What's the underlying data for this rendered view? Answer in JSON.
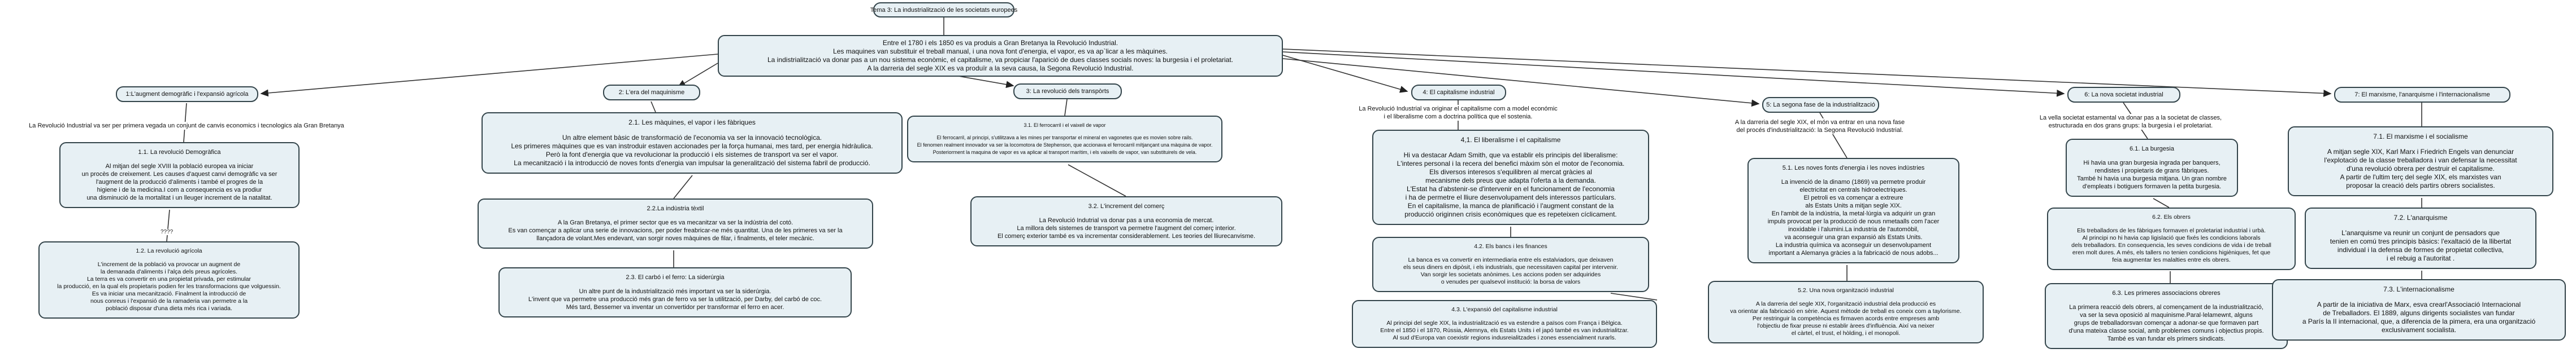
{
  "root_title": "Tema 3: La industrialització de les societats europees",
  "intro": {
    "lines": "Entre el 1780 i els 1850 es va produis a Gran Bretanya la Revolució Industrial.\nLes maquines van substituir el treball manual, i una nova font d'energia, el vapor, es va ap`licar a les màquines.\nLa indistrialització va donar pas a un nou sistema econòmic, el capitalisme, va propiciar l'aparició de dues classes socials noves: la burgesia i el proletariat.\nA la darreria del segle XIX es va produïr a la seva causa, la Segona Revolució Industrial."
  },
  "branch1": {
    "label": "1:L'augment demogràfic i l'expansió agrícola",
    "note": "La Revolució Industrial va ser per primera vegada un conjunt de canvis economics i tecnologics ala Gran Bretanya",
    "link_label": "????",
    "box11": {
      "title": "1.1. La revolució Demogràfica",
      "body": "Al mitjan del segle XVIII la població europea va iniciar\nun procès de creixement. Les causes d'aquest canvi demogràfic va ser\nl'augment de la producció d'aliments i també el progres de la\nhigiene i de la medicina.I com a consequencia es va prodiur\nuna disminució de la mortalitat i un lleuger increment de la natalitat."
    },
    "box12": {
      "title": "1.2. La revolució agrícola",
      "body": "L'increment de la població va provocar un augment de\nla demanada d'aliments i l'alça dels preus agrícoles.\nLa terra es va convertir en una propietat privada, per estimular\nla producció, en la qual els propietaris podien fer les transformacions que volguessin.\nEs va iniciar una mecanització. Finalment la introducció de\nnous conreus i l'expansió de la ramaderia van permetre a la\npoblació disposar d'una dieta més rica i variada."
    }
  },
  "branch2": {
    "label": "2: L'era del maquinisme",
    "box21": {
      "title": "2.1. Les màquines, el vapor i les fàbriques",
      "body": "Un altre element bàsic de transformació de l'economia va ser la innovació tecnològica.\nLes primeres màquines que es van instroduir estaven accionades per la força humanai, mes tard, per energia hidràulica.\nPerò la font d'energia que va revolucionar la producció i els sistemes de transport va ser el vapor.\nLa mecanització i la introducció de noves fonts d'energia van impulsar la generalització del sistema fabril de producció."
    },
    "box22": {
      "title": "2.2.La indùstria tèxtil",
      "body": "A la Gran Bretanya, el primer sector que es va mecanitzar va ser la indústria del cotó.\nEs van començar a aplicar una serie de innovacions, per poder freabricar-ne més quantitat. Una de les primeres va ser la\nllançadora de volant.Mes endevant, van sorgir noves màquines de filar, i finalments, el teler mecànic."
    },
    "box23": {
      "title": "2.3. El carbó i el ferro: La siderúrgia",
      "body": "Un altre punt de la industrialització més important va ser la siderúrgia.\nL'invent que va permetre una producció més gran de ferro va ser la utilització, per Darby, del carbó de coc.\nMés tard, Bessemer va inventar un convertidor per transformar el ferro en acer."
    }
  },
  "branch3": {
    "label": "3: La revolució dels transpòrts",
    "box31": {
      "title": "3.1. El ferrocarril i el vaixell de vapor",
      "body": "El ferrocarril, al principi, s'utilitzava a les mines per transportar el mineral en vagonetes que es movien sobre rails.\nEl fenomen realment innovador va ser la locomotora de Stephenson, que accionava el ferrocarril mítjançant una màquina de vapor.\nPosteriorment la maquina de vapor es va aplicar al transport marítim, i els vaixells de vapor, van substituirels de vela."
    },
    "box32": {
      "title": "3.2. L'increment del comerç",
      "body": "La Revolució Indutrial va donar pas a una economia de mercat.\nLa millora dels sistemes de transport va permetre l'augment del comerç interior.\nEl comerç exterior també es va incrementar considerablement. Les teories del lliurecanvisme."
    }
  },
  "branch4": {
    "label": "4: El capitalisme industrial",
    "note": "La Revolució Industrial va originar el capitalisme com a model económic\ni el liberalisme com a doctrina política que el sostenia.",
    "box41": {
      "title": "4,1. El liberalisme i el capitalisme",
      "body": "Hi va destacar Adam Smith, que va establir els principis del liberalisme:\nL'interes personal i la recera del benefici màxim sòn el motor de l'economia.\nEls diversos interesos s'equilibren al mercat gràcies al\nmecanisme dels preus que adapta l'oferta a la demanda.\nL'Estat ha d'abstenir-se d'intervenir en el funcionament de l'economia\ni ha de permetre el lliure desenvolupament dels interessos partículars.\nEn el capitalisme, la manca de planificació i l'augment constant de la\nproducció originnen crisis econòmiques que es repeteixen cíclicament."
    },
    "box42": {
      "title": "4.2. Els bancs i les finances",
      "body": "La banca es va convertir en intermediaria entre els estalviadors, que deixaven\nels seus diners en dipòsit, i els industrials, que necessitaven capital per intervenir.\nVan sorgir les societats anònimes. Les accions poden ser adquirides\no venudes per qualsevol institució: la borsa de valors"
    },
    "box43": {
      "title": "4.3. L'expansió del capitalisme industrial",
      "body": "Al principi del segle XIX, la industrialització es va estendre a països com França i Bèlgica.\nEntre el 1850 i el 1870, Rússia, Alemnya, els Estats Units i el japó també es van industrialitzar.\nAl sud d'Europa van coexistir regions indusreialitzades i zones essencialment rurarls."
    }
  },
  "branch5": {
    "label": "5: La segona fase de la industrialització",
    "note": "A la darreria del segle XIX, el món va entrar en una nova fase\ndel procés d'industrialització: la Segona Revolució Industrial.",
    "box51": {
      "title": "5.1. Les noves fonts d'energia i les noves indüstries",
      "body": "La invenció de la dinamo (1869) va permetre produir\nelectricitat en centrals hidroelectriques.\nEl petroli es va començar a extreure\nals Estats Units a mitjan segle XIX.\nEn l'ambit de la indústria, la metal·lúrgia va adquirir un gran\nimpuls provocat per la producció de nous nmetaalls com l'acer\ninoxidable i l'alumini.La industria de l'automòbil,\nva aconseguir una gran expansió als Estats Units.\nLa industria química va aconseguir un desenvolupament\nimportant a Alemanya gràcies a la fabricació de nous adobs..."
    },
    "box52": {
      "title": "5.2. Una nova organització industrial",
      "body": "A la darreria del segle XIX, l'organització industrial dela producció es\nva orientar ala fabricació en sèrie. Aquest mètode de treball es coneix com a taylorisme.\nPer restringuir la competència es firmaven acords entre empreses amb\nl'objectiu de fixar preuse ni establir àrees d'influència. Així va neixer\nel càrtel, el trust, el hòlding, i el monopoli."
    }
  },
  "branch6": {
    "label": "6: La nova societat industrial",
    "note": "La vella societat estamental va donar pas a la societat de classes,\nestructurada en dos grans grups: la burgesia i el proletariat.",
    "box61": {
      "title": "6.1. La burgesia",
      "body": "Hi havia una gran burgesia ingrada per banquers,\nrendistes i propietaris de grans fàbriques.\nTambé hi havia una burgesia mitjana. Un gran nombre\nd'empleats i botiguers formaven la petita burgesia."
    },
    "box62": {
      "title": "6.2. Els obrers",
      "body": "Els treballadors de les fàbriques formaven el proletariat industrial i urbà.\nAl principi no hi havia cap ligislació que fixés les condicions laborals\ndels treballadors. En consequencia, les seves condicions de vida i de treball\neren molt dures. A més, els tallers no tenien condicions higièniques, fet que\nfeia augmentar les malalties entre els obrers."
    },
    "box63": {
      "title": "6.3. Les primeres associacions obreres",
      "body": "La primera reacció dels obrers, al començament de la industrialització,\nva ser la seva oposició al maquinisme.Paral·lelamewnt, alguns\ngrups de treballadorsvan començar a adonar-se que formaven part\nd'una mateixa classe social, amb problemes comuns i objectius propis.\nTambé es van fundar els primers sindicats."
    }
  },
  "branch7": {
    "label": "7: El marxisme, l'anarquisme i l'internacionalisme",
    "box71": {
      "title": "7.1. El marxisme i el socialisme",
      "body": "A mitjan segle XIX, Karl Marx i Friedrich Engels van denunciar\nl'explotació de la classe treballadora i van defensar la necessitat\nd'una revolució obrera per destruir el capitalisme.\nA partir de l'ultim terç del segle XIX, els marxistes van\nproposar la creació dels partirs obrers socialistes."
    },
    "box72": {
      "title": "7.2. L'anarquisme",
      "body": "L'anarquisme va reunir un conjunt de pensadors que\ntenien en comú tres principis bàsics: l'exaltació de la llibertat\nindividual i la defensa de formes de propietat collectiva,\ni el rebuig a l'autoritat ."
    },
    "box73": {
      "title": "7.3. L'internacionalisme",
      "body": "A partir de la iniciativa de Marx, esva crearl'Associació Internacional\nde Treballadors. El 1889, alguns dirigents socialistes van fundar\na París la II internacional, que, a diferencia de la pimera, era una organització\nexclusivament socialista."
    }
  },
  "colors": {
    "box_fill": "#e7f0f4",
    "box_border": "#33444a",
    "line": "#333333",
    "background": "#ffffff"
  }
}
